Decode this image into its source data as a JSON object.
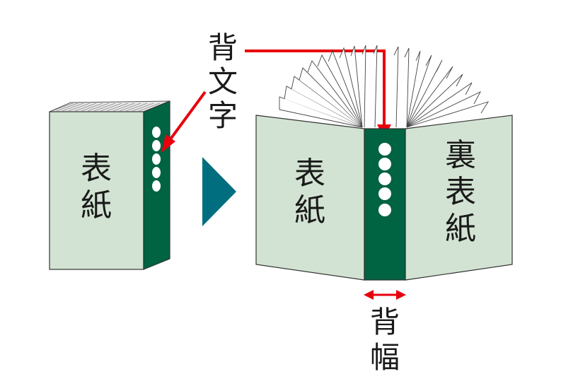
{
  "labels": {
    "spine_text": [
      "背",
      "文",
      "字"
    ],
    "cover_closed": [
      "表",
      "紙"
    ],
    "cover_front": [
      "表",
      "紙"
    ],
    "cover_back": [
      "裏",
      "表",
      "紙"
    ],
    "spine_width": [
      "背",
      "幅"
    ]
  },
  "colors": {
    "cover": "#d3e3d3",
    "spine": "#006341",
    "arrow_red": "#e8000d",
    "triangle": "#006e7f",
    "outline": "#333333"
  }
}
